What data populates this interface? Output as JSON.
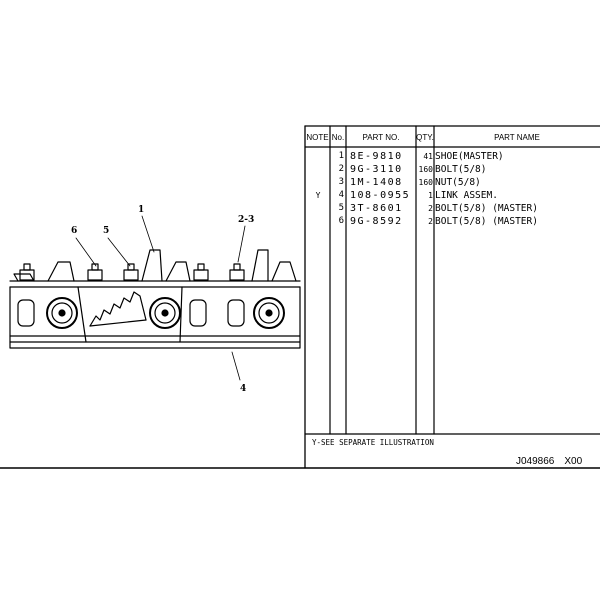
{
  "table": {
    "headers": {
      "note": "NOTE",
      "no": "No.",
      "part_no": "PART NO.",
      "qty": "QTY.",
      "part_name": "PART NAME"
    },
    "rows": [
      {
        "note": "",
        "no": "1",
        "part_no": "8E-9810",
        "qty": "41",
        "part_name": "SHOE(MASTER)"
      },
      {
        "note": "",
        "no": "2",
        "part_no": "9G-3110",
        "qty": "160",
        "part_name": "BOLT(5/8)"
      },
      {
        "note": "",
        "no": "3",
        "part_no": "1M-1408",
        "qty": "160",
        "part_name": "NUT(5/8)"
      },
      {
        "note": "Y",
        "no": "4",
        "part_no": "108-0955",
        "qty": "1",
        "part_name": "LINK ASSEM."
      },
      {
        "note": "",
        "no": "5",
        "part_no": "3T-8601",
        "qty": "2",
        "part_name": "BOLT(5/8) (MASTER)"
      },
      {
        "note": "",
        "no": "6",
        "part_no": "9G-8592",
        "qty": "2",
        "part_name": "BOLT(5/8) (MASTER)"
      }
    ]
  },
  "footnote": "Y-SEE SEPARATE ILLUSTRATION",
  "doc_ref": {
    "number": "J049866",
    "code": "X00"
  },
  "callouts": {
    "c1": "1",
    "c23": "2-3",
    "c4": "4",
    "c5": "5",
    "c6": "6"
  }
}
